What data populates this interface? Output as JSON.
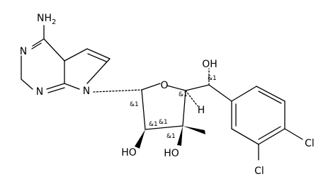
{
  "atom_labels": {
    "nh2_n": "NH",
    "nh2_sub": "2",
    "n1": "N",
    "n3": "N",
    "n7": "N",
    "o_ring": "O",
    "oh_top": "OH",
    "h_c4": "H",
    "ho_c2": "HO",
    "ho_c3": "HO",
    "cl_4": "Cl",
    "cl_3": "Cl"
  },
  "stereo_labels": {
    "c1": "&1",
    "c4": "&1",
    "c5": "&1",
    "c2": "&1",
    "c3a": "&1",
    "c3b": "&1"
  }
}
